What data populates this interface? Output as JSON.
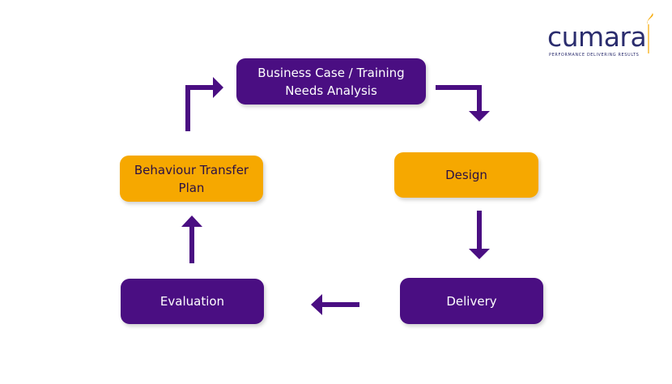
{
  "logo": {
    "wordmark": "cumara",
    "tagline": "PERFORMANCE DELIVERING RESULTS",
    "accent_color": "#f6a800",
    "text_color": "#2b2d6e"
  },
  "colors": {
    "purple": "#4a0e82",
    "orange": "#f6a800",
    "arrow": "#4a0e82"
  },
  "nodes": {
    "business_case": "Business Case / Training\nNeeds Analysis",
    "design": "Design",
    "delivery": "Delivery",
    "evaluation": "Evaluation",
    "behaviour_transfer": "Behaviour Transfer\nPlan"
  }
}
